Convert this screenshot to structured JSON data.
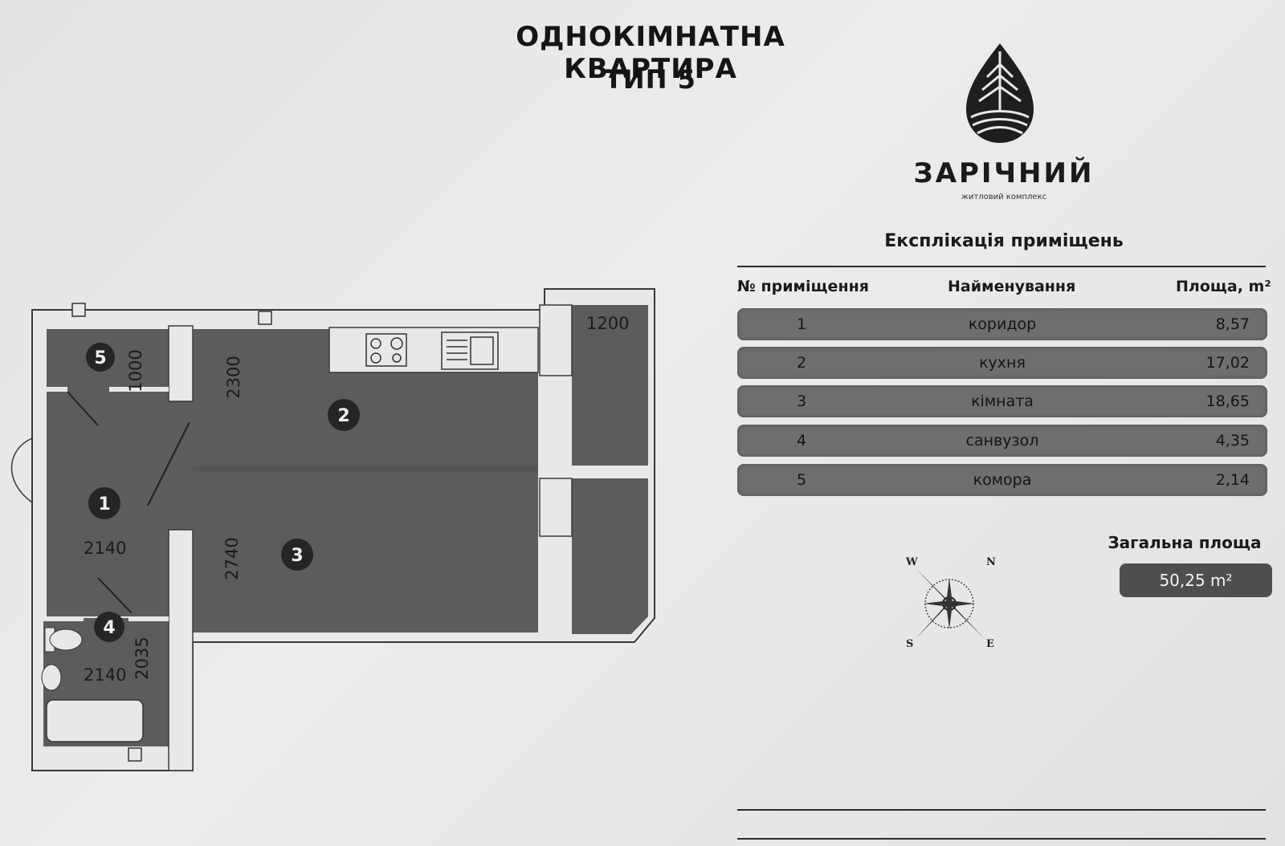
{
  "header": {
    "title_line1": "ОДНОКІМНАТНА КВАРТИРА",
    "title_line2": "ТИП 5"
  },
  "brand": {
    "name": "ЗАРІЧНИЙ",
    "subtitle": "житловий комплекс"
  },
  "explication": {
    "title": "Експлікація приміщень",
    "columns": [
      "№ приміщення",
      "Найменування",
      "Площа, m²"
    ],
    "rows": [
      {
        "num": "1",
        "name": "коридор",
        "area": "8,57"
      },
      {
        "num": "2",
        "name": "кухня",
        "area": "17,02"
      },
      {
        "num": "3",
        "name": "кімната",
        "area": "18,65"
      },
      {
        "num": "4",
        "name": "санвузол",
        "area": "4,35"
      },
      {
        "num": "5",
        "name": "комора",
        "area": "2,14"
      }
    ],
    "total_label": "Загальна площа",
    "total_value": "50,25 m²"
  },
  "compass": {
    "w": "W",
    "n": "N",
    "s": "S",
    "e": "E"
  },
  "plan": {
    "room_markers": [
      "1",
      "2",
      "3",
      "4",
      "5"
    ],
    "dimensions": {
      "storage_width": "1000",
      "kitchen_height": "2300",
      "balcony_width": "1200",
      "corridor_width": "2140",
      "room_height": "2740",
      "bathroom_width": "2140",
      "bathroom_height": "2035"
    }
  },
  "colors": {
    "room_fill": "#5c5c5c",
    "row_fill": "#6e6e6e",
    "total_fill": "#4e4e4e",
    "wall": "#e8e8e8"
  }
}
